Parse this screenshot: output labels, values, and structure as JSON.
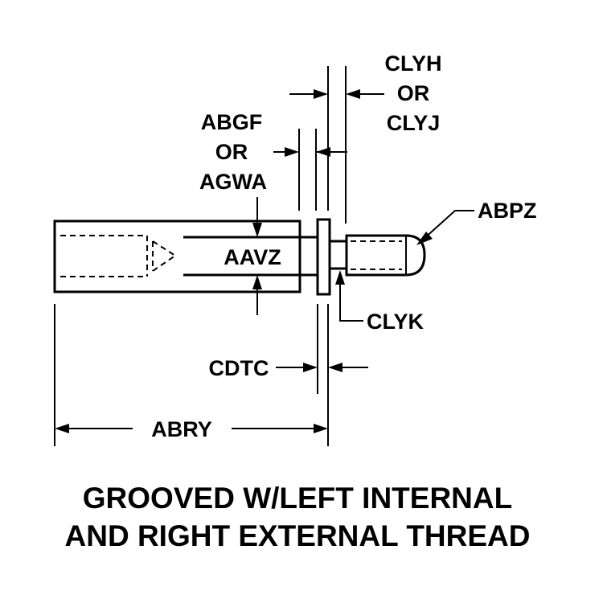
{
  "labels": {
    "clyh": "CLYH",
    "or1": "OR",
    "clyj": "CLYJ",
    "abgf": "ABGF",
    "or2": "OR",
    "agwa": "AGWA",
    "abpz": "ABPZ",
    "aavz": "AAVZ",
    "clyk": "CLYK",
    "cdtc": "CDTC",
    "abry": "ABRY"
  },
  "caption": {
    "line1": "GROOVED W/LEFT INTERNAL",
    "line2": "AND RIGHT EXTERNAL THREAD"
  }
}
